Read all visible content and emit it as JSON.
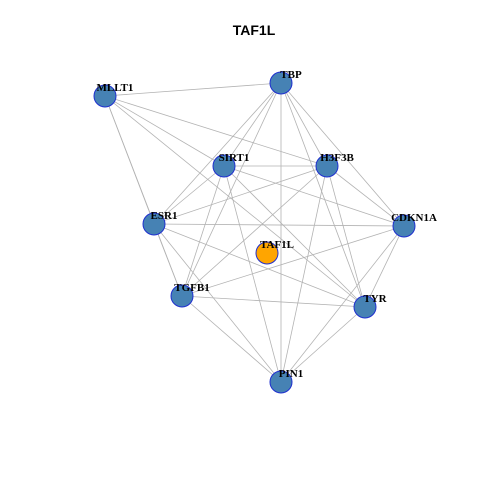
{
  "title": "TAF1L",
  "colors": {
    "node": "#4682b4",
    "center_node": "#ffa500",
    "node_border": "#1f2fcf",
    "edge": "#b3b3b3"
  },
  "nodes": [
    {
      "id": "TBP",
      "label": "TBP",
      "center": false
    },
    {
      "id": "MLLT1",
      "label": "MLLT1",
      "center": false
    },
    {
      "id": "SIRT1",
      "label": "SIRT1",
      "center": false
    },
    {
      "id": "H3F3B",
      "label": "H3F3B",
      "center": false
    },
    {
      "id": "ESR1",
      "label": "ESR1",
      "center": false
    },
    {
      "id": "CDKN1A",
      "label": "CDKN1A",
      "center": false
    },
    {
      "id": "TAF1L",
      "label": "TAF1L",
      "center": true
    },
    {
      "id": "TGFB1",
      "label": "TGFB1",
      "center": false
    },
    {
      "id": "TYR",
      "label": "TYR",
      "center": false
    },
    {
      "id": "PIN1",
      "label": "PIN1",
      "center": false
    }
  ],
  "edges": [
    [
      "MLLT1",
      "TBP"
    ],
    [
      "MLLT1",
      "SIRT1"
    ],
    [
      "MLLT1",
      "H3F3B"
    ],
    [
      "MLLT1",
      "ESR1"
    ],
    [
      "MLLT1",
      "TGFB1"
    ],
    [
      "MLLT1",
      "TYR"
    ],
    [
      "TBP",
      "SIRT1"
    ],
    [
      "TBP",
      "H3F3B"
    ],
    [
      "TBP",
      "CDKN1A"
    ],
    [
      "TBP",
      "ESR1"
    ],
    [
      "TBP",
      "TGFB1"
    ],
    [
      "TBP",
      "TYR"
    ],
    [
      "TBP",
      "PIN1"
    ],
    [
      "SIRT1",
      "H3F3B"
    ],
    [
      "SIRT1",
      "ESR1"
    ],
    [
      "SIRT1",
      "CDKN1A"
    ],
    [
      "SIRT1",
      "TGFB1"
    ],
    [
      "SIRT1",
      "TYR"
    ],
    [
      "SIRT1",
      "PIN1"
    ],
    [
      "H3F3B",
      "ESR1"
    ],
    [
      "H3F3B",
      "CDKN1A"
    ],
    [
      "H3F3B",
      "TGFB1"
    ],
    [
      "H3F3B",
      "TYR"
    ],
    [
      "H3F3B",
      "PIN1"
    ],
    [
      "ESR1",
      "CDKN1A"
    ],
    [
      "ESR1",
      "TGFB1"
    ],
    [
      "ESR1",
      "TYR"
    ],
    [
      "ESR1",
      "PIN1"
    ],
    [
      "CDKN1A",
      "TGFB1"
    ],
    [
      "CDKN1A",
      "TYR"
    ],
    [
      "CDKN1A",
      "PIN1"
    ],
    [
      "TGFB1",
      "TYR"
    ],
    [
      "TGFB1",
      "PIN1"
    ],
    [
      "TYR",
      "PIN1"
    ]
  ]
}
